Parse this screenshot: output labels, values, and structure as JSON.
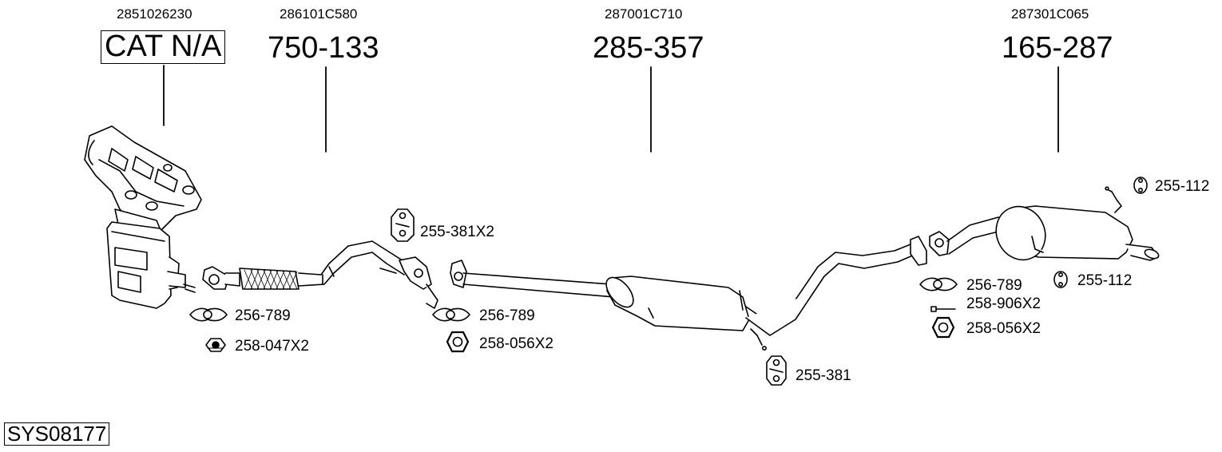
{
  "oe_numbers": [
    "2851026230",
    "286101C580",
    "287001C710",
    "287301C065"
  ],
  "main_parts": [
    "CAT N/A",
    "750-133",
    "285-357",
    "165-287"
  ],
  "accessories": {
    "a1": "256-789",
    "a2": "258-047X2",
    "a3": "255-381X2",
    "a4": "256-789",
    "a5": "258-056X2",
    "a6": "255-381",
    "a7": "256-789",
    "a8": "258-906X2",
    "a9": "258-056X2",
    "a10": "255-112",
    "a11": "255-112"
  },
  "system_code": "SYS08177"
}
